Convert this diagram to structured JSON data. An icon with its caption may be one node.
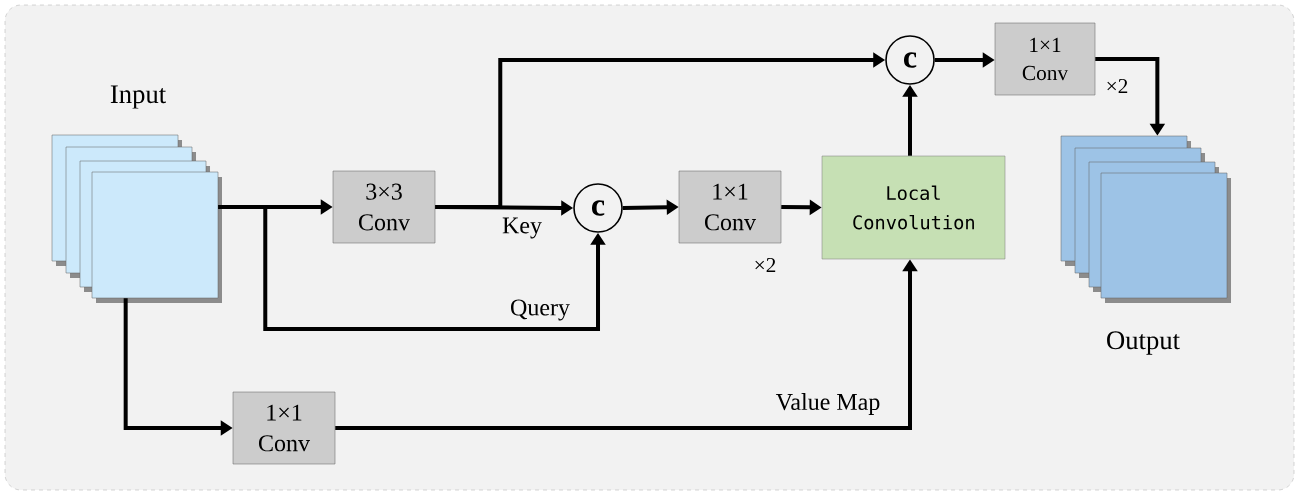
{
  "diagram": {
    "nodes": [
      {
        "text": [
          "Input"
        ]
      },
      {
        "text": [
          "3×3 Conv"
        ]
      },
      {
        "text": [
          "c"
        ]
      },
      {
        "text": [
          "1×1 Conv"
        ],
        "beside": [
          "×2"
        ]
      },
      {
        "text": [
          "Local Convolution"
        ]
      },
      {
        "text": [
          "c"
        ]
      },
      {
        "text": [
          "1×1 Conv"
        ],
        "beside": [
          "×2"
        ]
      },
      {
        "text": [
          "Output"
        ]
      },
      {
        "text": [
          "1×1 Conv"
        ]
      }
    ],
    "edges": [
      {
        "from": 0,
        "to": 1,
        "arrow": "to"
      },
      {
        "from": 1,
        "to": 2,
        "arrow": "to",
        "label": "Key"
      },
      {
        "from": 0,
        "to": 2,
        "arrow": "to",
        "label": "Query"
      },
      {
        "from": 1,
        "to": 5,
        "arrow": "to"
      },
      {
        "from": 2,
        "to": 3,
        "arrow": "to"
      },
      {
        "from": 3,
        "to": 4,
        "arrow": "to"
      },
      {
        "from": 8,
        "to": 4,
        "arrow": "to",
        "label": "Value Map"
      },
      {
        "from": 0,
        "to": 8,
        "arrow": "to"
      },
      {
        "from": 4,
        "to": 5,
        "arrow": "to"
      },
      {
        "from": 5,
        "to": 6,
        "arrow": "to"
      },
      {
        "from": 6,
        "to": 7,
        "arrow": "to"
      }
    ]
  }
}
